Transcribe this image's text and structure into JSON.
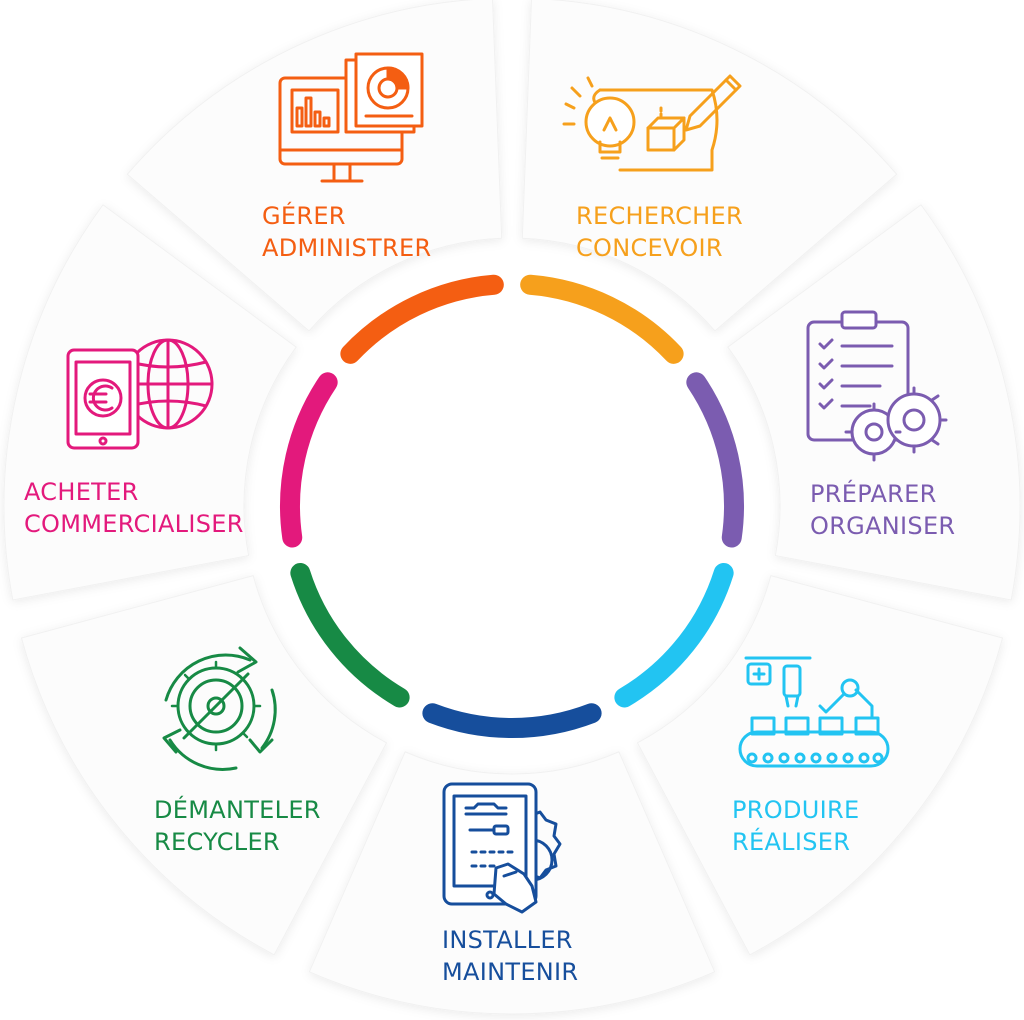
{
  "segments": [
    {
      "id": "gerer",
      "line1": "GÉRER",
      "line2": "ADMINISTRER",
      "color": "#F45E12",
      "icon": "monitor-dashboard-icon"
    },
    {
      "id": "rechercher",
      "line1": "RECHERCHER",
      "line2": "CONCEVOIR",
      "color": "#F6A01C",
      "icon": "lightbulb-blueprint-icon"
    },
    {
      "id": "preparer",
      "line1": "PRÉPARER",
      "line2": "ORGANISER",
      "color": "#7B5CB0",
      "icon": "clipboard-gears-icon"
    },
    {
      "id": "produire",
      "line1": "PRODUIRE",
      "line2": "RÉALISER",
      "color": "#22C4F2",
      "icon": "robot-conveyor-icon"
    },
    {
      "id": "installer",
      "line1": "INSTALLER",
      "line2": "MAINTENIR",
      "color": "#164E9C",
      "icon": "tablet-tools-icon"
    },
    {
      "id": "demanteler",
      "line1": "DÉMANTELER",
      "line2": "RECYCLER",
      "color": "#178A45",
      "icon": "recycle-gear-icon"
    },
    {
      "id": "acheter",
      "line1": "ACHETER",
      "line2": "COMMERCIALISER",
      "color": "#E3197C",
      "icon": "tablet-euro-globe-icon"
    }
  ]
}
